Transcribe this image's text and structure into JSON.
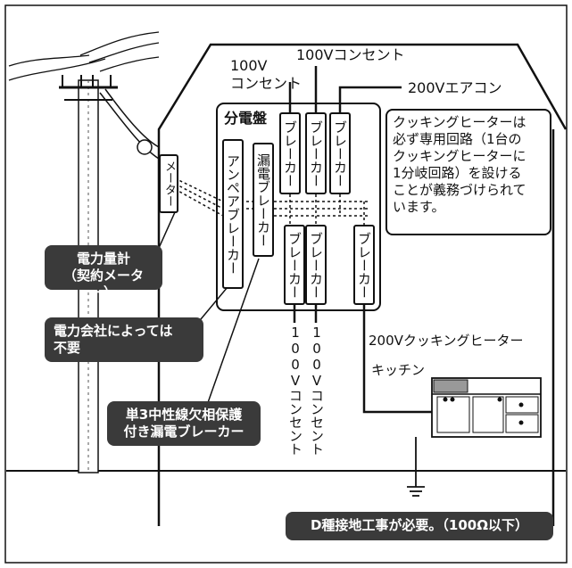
{
  "labels": {
    "outlet_100v_a": [
      "100V",
      "コンセント"
    ],
    "outlet_100v_b": "100Vコンセント",
    "aircon_200v": "200Vエアコン",
    "distribution_board": "分電盤",
    "meter": "メーター",
    "ampere_breaker": "アンペアブレーカー",
    "leakage_breaker": "漏電ブレーカー",
    "breaker": "ブレーカー",
    "outlet_vertical_1": "100Vコンセント",
    "outlet_vertical_2": "100Vコンセント",
    "cooking_heater": "200Vクッキングヒーター",
    "kitchen": "キッチン"
  },
  "note": {
    "lines": [
      "クッキングヒーターは",
      "必ず専用回路（1台の",
      "クッキングヒーターに",
      "1分岐回路）を設ける",
      "ことが義務づけられて",
      "います。"
    ]
  },
  "callouts": {
    "power_meter": [
      "電力量計",
      "（契約メーター）"
    ],
    "power_company": [
      "電力会社によっては",
      "不要"
    ],
    "leakage_breaker_type": [
      "単3中性線欠相保護",
      "付き漏電ブレーカー"
    ],
    "grounding": [
      "D種接地工事が必要。（100Ω以下）"
    ]
  },
  "colors": {
    "line": "#111111",
    "callout_bg": "#3a3a3a",
    "callout_text": "#ffffff",
    "pole_hatch": "#555555"
  }
}
